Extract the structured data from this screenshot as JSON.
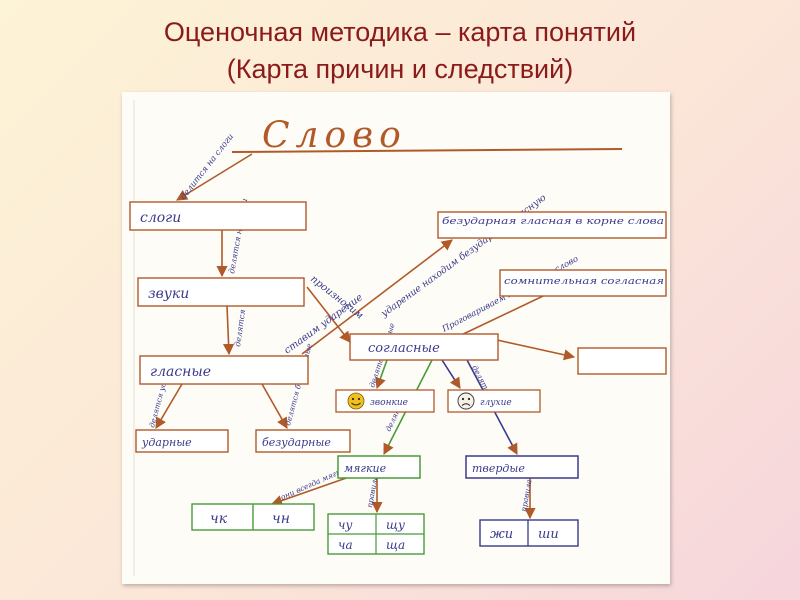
{
  "slide": {
    "title_line1": "Оценочная методика – карта понятий",
    "title_line2": "(Карта причин и следствий)"
  },
  "colors": {
    "title": "#8b1a1a",
    "arrow": "#b05a2a",
    "frame_green": "#4a9a3a",
    "frame_blue": "#3a3a8c",
    "ink": "#3a3a8c"
  },
  "concept_map": {
    "root": "Слово",
    "nodes": {
      "slogi": "слоги",
      "zvuki": "звуки",
      "glasnye": "гласные",
      "udarnye": "ударные",
      "bezudarnye": "безударные",
      "soglasnye": "согласные",
      "zvonkie": "звонкие",
      "gluhie": "глухие",
      "myagkie": "мягкие",
      "tverdye": "твердые",
      "bezudarnaya_v_korne": "безударная гласная в корне слова",
      "somnitelnaya_soglasnaya": "сомнительная согласная"
    },
    "arrow_labels": {
      "delitsya_na_slogi": "делится на слоги",
      "delitsya_na_zvuki": "делятся на звуки",
      "delyatsya_glasnye": "делятся",
      "delyatsya_udarnye": "делятся ударные",
      "delyatsya_bezudarnye": "делятся безударные",
      "stavim_udarenie": "ставим ударение",
      "udarenie_nahodim": "ударение находим безударную гласную",
      "proiznosim": "произносим",
      "delyatsya_parnye": "делятся парные",
      "delyatsya_myagkie": "делятся",
      "delyatsya_tverdye": "делятся",
      "oni_vsegda_myagkie": "они всегда мягкие",
      "pravila": "правила",
      "pravila_2": "правила",
      "podobrat": "Проговариваем Подобрать слово"
    },
    "spellings": {
      "chk_chn": [
        "чк",
        "чн"
      ],
      "chu_shchu_cha_shcha": [
        "чу",
        "щу",
        "ча",
        "ща"
      ],
      "zhi_shi": [
        "жи",
        "ши"
      ]
    }
  }
}
